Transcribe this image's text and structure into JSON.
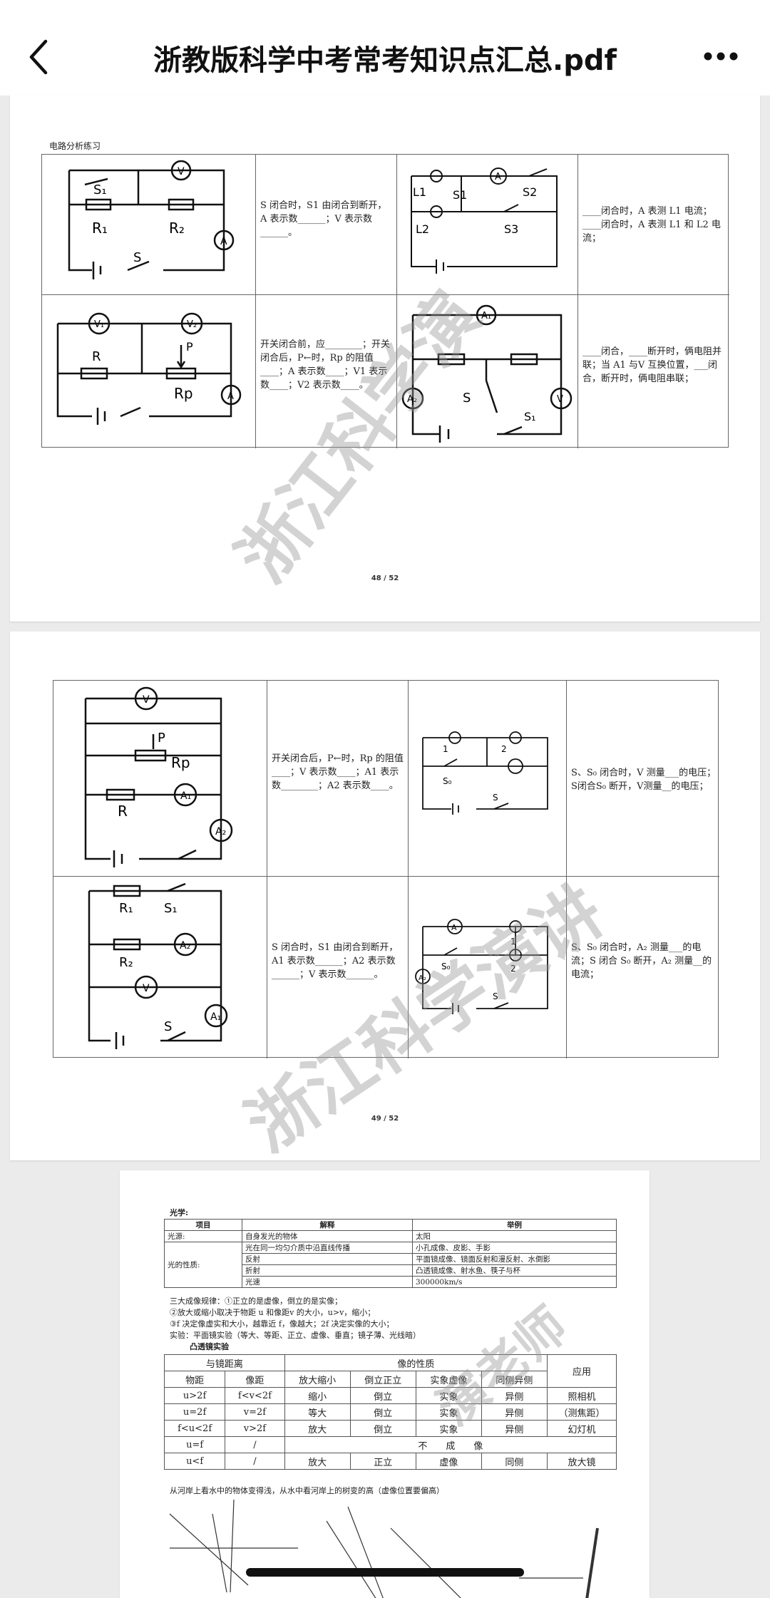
{
  "header": {
    "title": "浙教版科学中考常考知识点汇总.pdf"
  },
  "page48": {
    "section_title": "电路分析练习",
    "q1": "S 闭合时，S1 由闭合到断开，A 表示数______；V 表示数______。",
    "q2": "____闭合时，A 表测 L1 电流；____闭合时，A 表测 L1 和 L2 电流；",
    "q3": "开关闭合前，应________；开关闭合后，P←时，Rp 的阻值____；A 表示数____；V1 表示数____；V2 表示数____。",
    "q4": "____闭合，____断开时，俩电阻并联；当 A1 与V 互换位置，___闭合，断开时，俩电阻串联；",
    "page_number": "48 / 52",
    "watermark": "浙江科学演"
  },
  "page49": {
    "q1": "开关闭合后，P←时，Rp 的阻值____；V 表示数____；A1 表示数________；A2 表示数____。",
    "q2": "S、S₀ 闭合时，V 测量___的电压；S闭合S₀ 断开，V测量__的电压；",
    "q3": "S 闭合时，S1 由闭合到断开，A1 表示数______；A2 表示数______；V 表示数______。",
    "q4": "S、S₀ 闭合时，A₂ 测量___的电流；S 闭合 S₀ 断开，A₂ 测量__的电流；",
    "page_number": "49 / 52",
    "watermark": "浙江科学演讲"
  },
  "page50": {
    "section": "光学:",
    "table1": {
      "headers": [
        "项目",
        "解释",
        "举例"
      ],
      "rows": [
        [
          "光源:",
          "自身发光的物体",
          "太阳"
        ],
        [
          "",
          "光在同一均匀介质中沿直线传播",
          "小孔成像、皮影、手影"
        ],
        [
          "光的性质:",
          "反射",
          "平面镜成像、镜面反射和漫反射、水倒影"
        ],
        [
          "",
          "折射",
          "凸透镜成像、射水鱼、筷子与杯"
        ],
        [
          "",
          "光速",
          "300000km/s"
        ]
      ]
    },
    "lines": [
      "三大成像规律：①正立的是虚像，倒立的是实像；",
      "②放大或缩小取决于物距 u 和像距v 的大小，u>v，缩小；",
      "③f 决定像虚实和大小，越靠近 f，像越大；2f 决定实像的大小；",
      "实验：平面镜实验（等大、等距、正立、虚像、垂直；镜子薄、光线暗）",
      "凸透镜实验"
    ],
    "table2": {
      "group1": "与镜距离",
      "group2": "像的性质",
      "app": "应用",
      "headers": [
        "物距",
        "像距",
        "放大缩小",
        "倒立正立",
        "实象虚像",
        "同侧异侧"
      ],
      "rows": [
        [
          "u>2f",
          "f<v<2f",
          "缩小",
          "倒立",
          "实象",
          "异侧",
          "照相机"
        ],
        [
          "u=2f",
          "v=2f",
          "等大",
          "倒立",
          "实象",
          "异侧",
          "（测焦距）"
        ],
        [
          "f<u<2f",
          "v>2f",
          "放大",
          "倒立",
          "实象",
          "异侧",
          "幻灯机"
        ],
        [
          "u=f",
          "/",
          "不　　成　　像",
          "",
          "",
          "",
          ""
        ],
        [
          "u<f",
          "/",
          "放大",
          "正立",
          "虚像",
          "同侧",
          "放大镜"
        ]
      ]
    },
    "footer_line": "从河岸上看水中的物体变得浅，从水中看河岸上的树变的高（虚像位置要偏高）",
    "watermark": "演老师"
  }
}
